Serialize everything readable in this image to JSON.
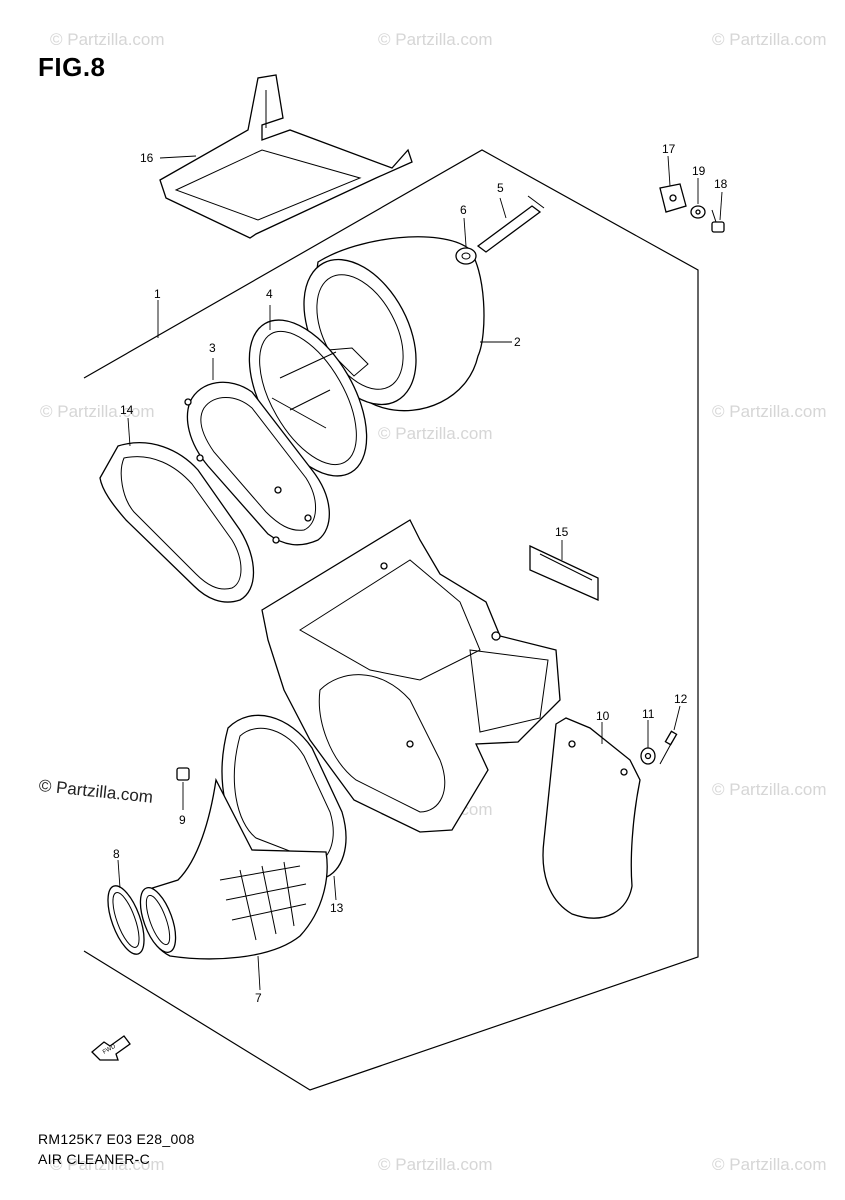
{
  "figure": {
    "title": "FIG.8"
  },
  "footer": {
    "code": "RM125K7 E03 E28_008",
    "name": "AIR CLEANER-C"
  },
  "watermark": {
    "text": "© Partzilla.com",
    "text_main": "© Partzilla.com"
  },
  "arrow": {
    "label": "FWD"
  },
  "callouts": [
    {
      "num": "1"
    },
    {
      "num": "2"
    },
    {
      "num": "3"
    },
    {
      "num": "4"
    },
    {
      "num": "5"
    },
    {
      "num": "6"
    },
    {
      "num": "7"
    },
    {
      "num": "8"
    },
    {
      "num": "9"
    },
    {
      "num": "10"
    },
    {
      "num": "11"
    },
    {
      "num": "12"
    },
    {
      "num": "13"
    },
    {
      "num": "14"
    },
    {
      "num": "15"
    },
    {
      "num": "16"
    },
    {
      "num": "17"
    },
    {
      "num": "18"
    },
    {
      "num": "19"
    }
  ]
}
